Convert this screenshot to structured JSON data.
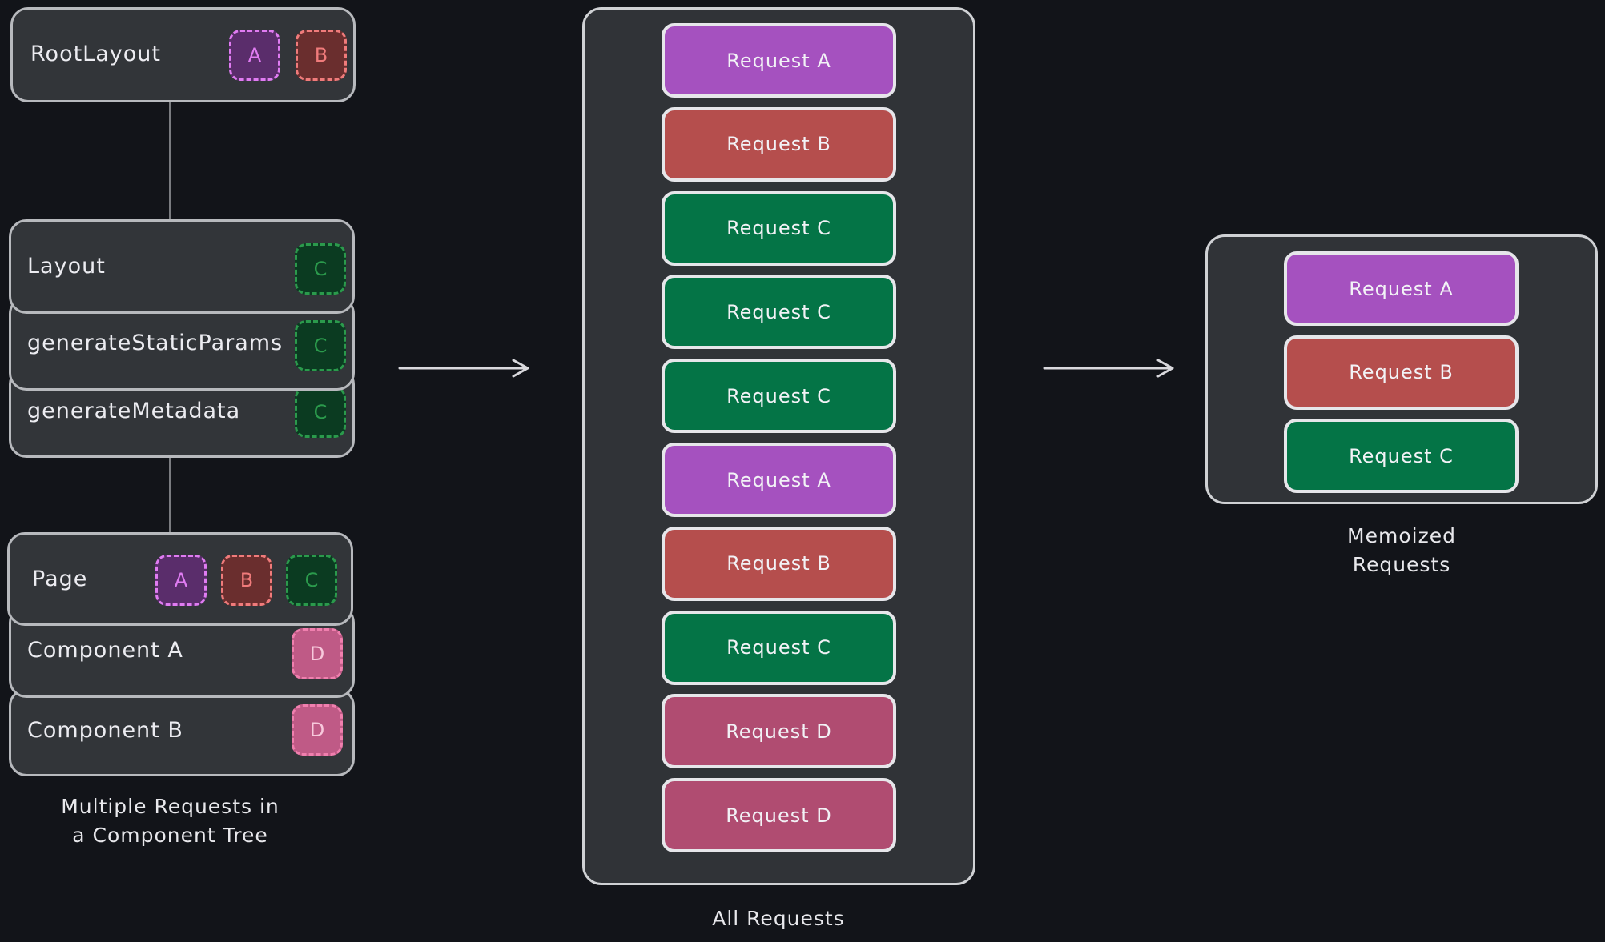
{
  "colors": {
    "a_fill": "#a551bf",
    "b_fill": "#b54e4d",
    "c_fill": "#047446",
    "d_fill": "#b04c71",
    "a_badge_bg": "#5a2d6b",
    "a_badge_border": "#e07cf2",
    "b_badge_bg": "#6a2e2e",
    "b_badge_border": "#f07b7b",
    "c_badge_bg": "#0b3b21",
    "c_badge_border": "#2b9a4c",
    "d_badge_bg": "#bf5a86",
    "d_badge_border": "#f07fae"
  },
  "tree": {
    "root": {
      "label": "RootLayout",
      "badges": [
        "A",
        "B"
      ]
    },
    "layout": {
      "label": "Layout",
      "badges": [
        "C"
      ]
    },
    "static_params": {
      "label": "generateStaticParams",
      "badges": [
        "C"
      ]
    },
    "metadata": {
      "label": "generateMetadata",
      "badges": [
        "C"
      ]
    },
    "page": {
      "label": "Page",
      "badges": [
        "A",
        "B",
        "C"
      ]
    },
    "component_a": {
      "label": "Component A",
      "badges": [
        "D"
      ]
    },
    "component_b": {
      "label": "Component B",
      "badges": [
        "D"
      ]
    },
    "caption": "Multiple Requests in\na Component Tree"
  },
  "all_requests": {
    "items": [
      {
        "label": "Request A",
        "kind": "a"
      },
      {
        "label": "Request B",
        "kind": "b"
      },
      {
        "label": "Request C",
        "kind": "c"
      },
      {
        "label": "Request C",
        "kind": "c"
      },
      {
        "label": "Request C",
        "kind": "c"
      },
      {
        "label": "Request A",
        "kind": "a"
      },
      {
        "label": "Request B",
        "kind": "b"
      },
      {
        "label": "Request C",
        "kind": "c"
      },
      {
        "label": "Request D",
        "kind": "d"
      },
      {
        "label": "Request D",
        "kind": "d"
      }
    ],
    "caption": "All Requests"
  },
  "memoized": {
    "items": [
      {
        "label": "Request A",
        "kind": "a"
      },
      {
        "label": "Request B",
        "kind": "b"
      },
      {
        "label": "Request C",
        "kind": "c"
      }
    ],
    "caption": "Memoized\nRequests"
  }
}
